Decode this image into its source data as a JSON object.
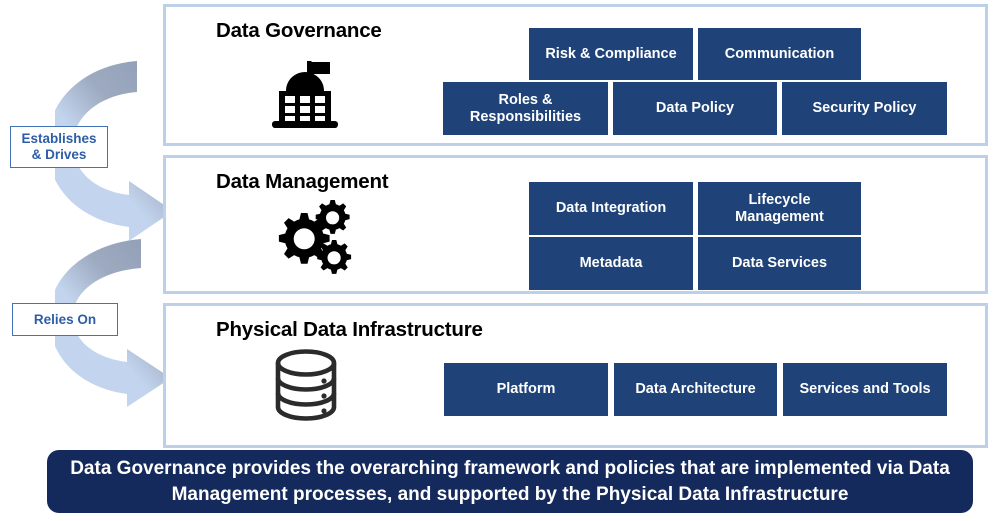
{
  "flow_labels": [
    {
      "name": "establishes-and-drives",
      "text": "Establishes\n& Drives"
    },
    {
      "name": "relies-on",
      "text": "Relies On"
    }
  ],
  "colors": {
    "chip_blue": "#1F4379",
    "panel_border": "#BDD0EA",
    "banner_navy": "#142A5C",
    "label_text_blue": "#2E5DA8",
    "arrow_dark": "#8E9CB4",
    "arrow_light": "#C3D5EE"
  },
  "panels": [
    {
      "title": "Data Governance",
      "icon": "government-building-icon",
      "chips": [
        {
          "label": "Risk & Compliance"
        },
        {
          "label": "Communication"
        },
        {
          "label": "Roles &\nResponsibilities"
        },
        {
          "label": "Data Policy"
        },
        {
          "label": "Security Policy"
        }
      ]
    },
    {
      "title": "Data Management",
      "icon": "gears-icon",
      "chips": [
        {
          "label": "Data Integration"
        },
        {
          "label": "Lifecycle\nManagement"
        },
        {
          "label": "Metadata"
        },
        {
          "label": "Data Services"
        }
      ]
    },
    {
      "title": "Physical Data Infrastructure",
      "icon": "database-icon",
      "chips": [
        {
          "label": "Platform"
        },
        {
          "label": "Data Architecture"
        },
        {
          "label": "Services and Tools"
        }
      ]
    }
  ],
  "banner": {
    "text": "Data Governance provides the overarching framework and policies that are implemented via Data Management processes, and supported by the Physical Data Infrastructure"
  }
}
